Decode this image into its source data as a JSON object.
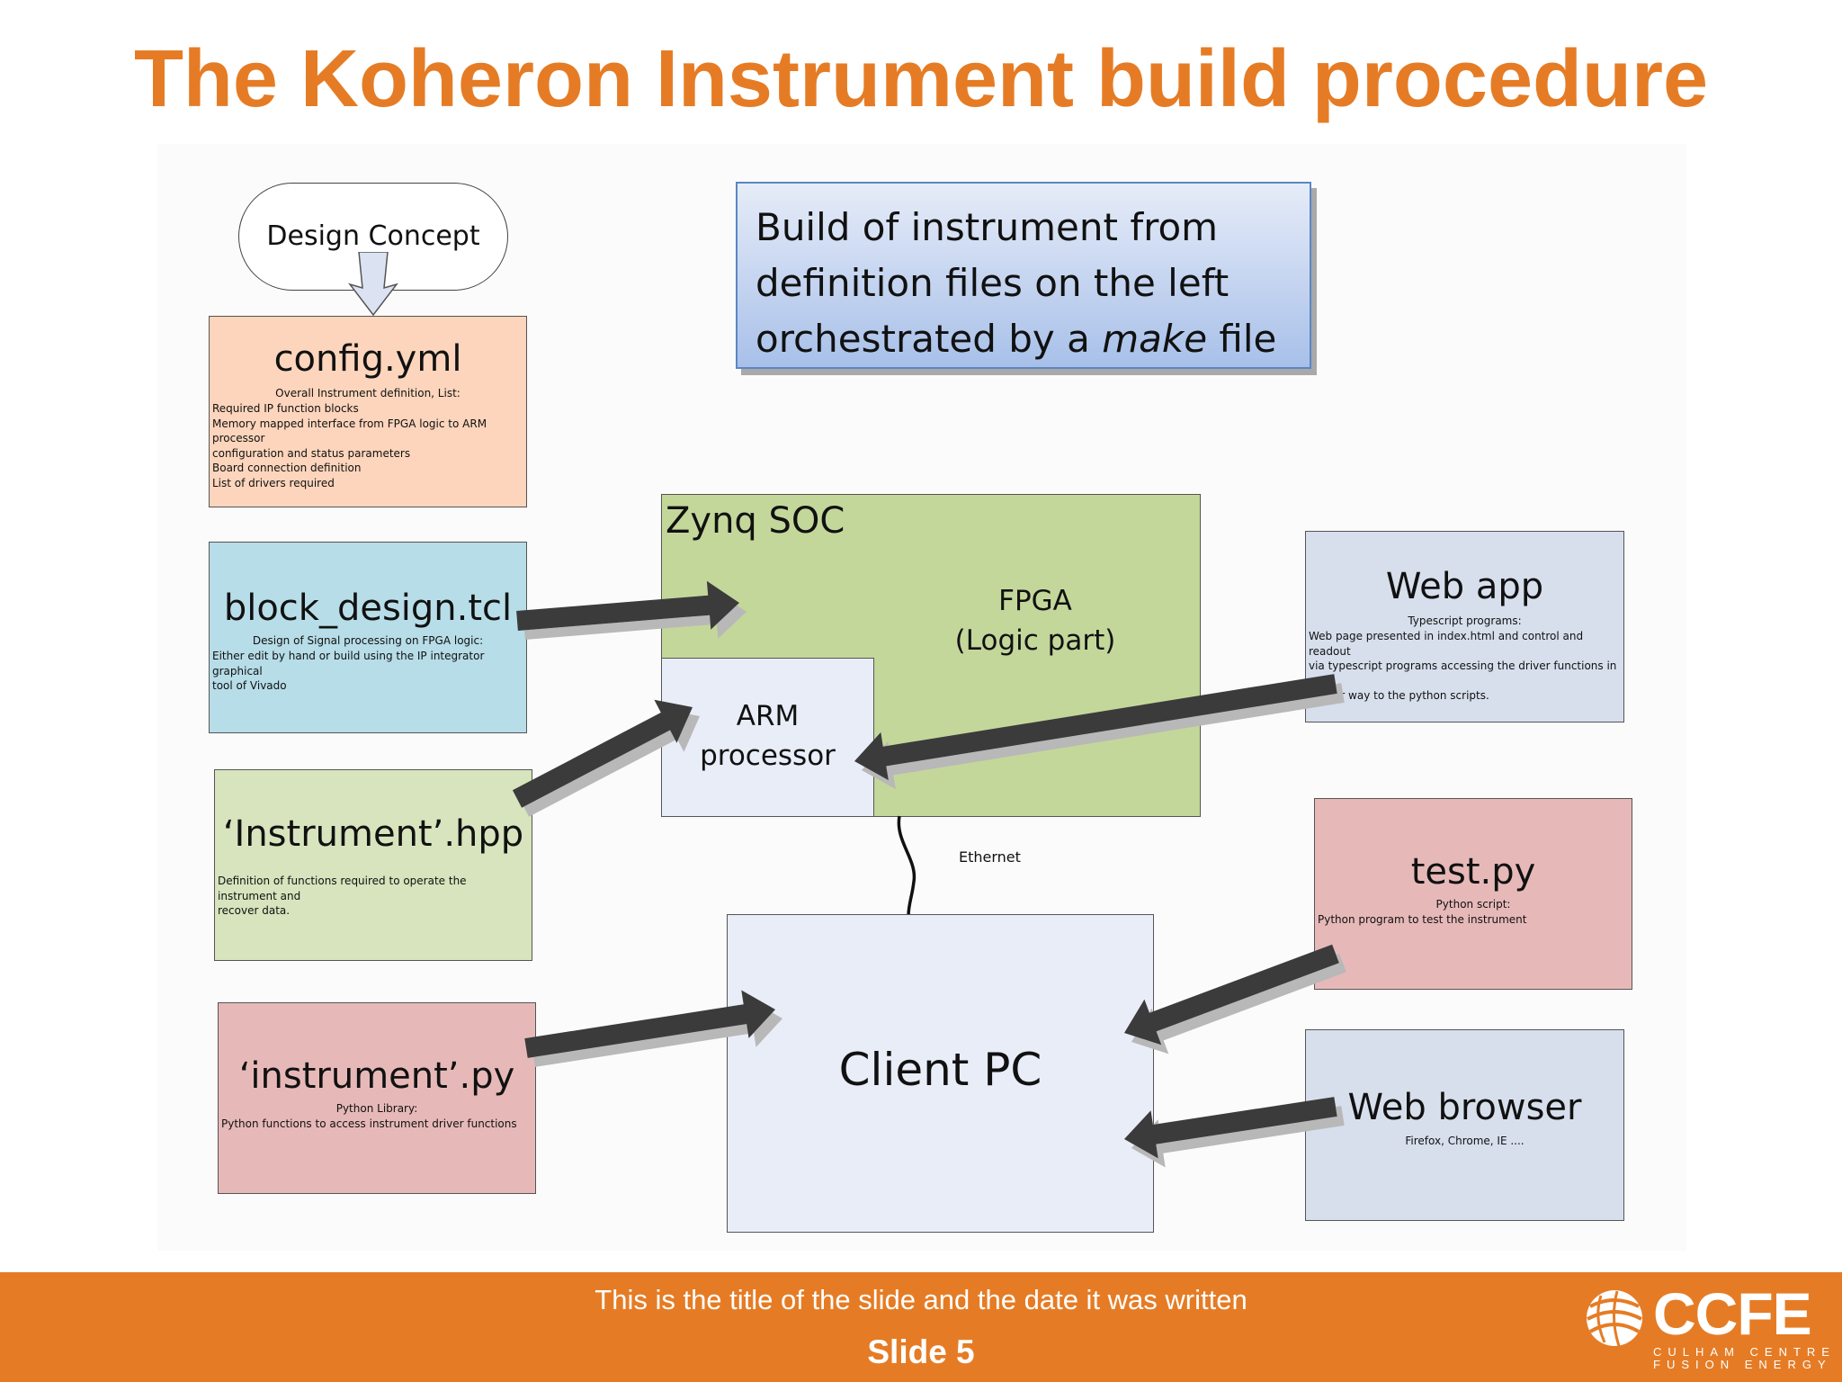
{
  "title": "The Koheron Instrument build procedure",
  "concept": "Design Concept",
  "note": {
    "line1": "Build of instrument from",
    "line2": "definition files on the left",
    "line3_prefix": "orchestrated by a ",
    "line3_em": "make",
    "line3_suffix": " file"
  },
  "config": {
    "name": "config.yml",
    "sub": "Overall Instrument definition, List:",
    "desc": "Required IP function blocks\nMemory mapped interface from FPGA logic to ARM processor\n configuration and status parameters\nBoard connection definition\nList of drivers required"
  },
  "block_design": {
    "name": "block_design.tcl",
    "sub": "Design of Signal processing on FPGA logic:",
    "desc": "Either edit by hand or build using the IP integrator graphical\ntool of Vivado"
  },
  "hpp": {
    "name": "‘Instrument’.hpp",
    "desc": "Definition of functions required to operate the instrument and\nrecover data."
  },
  "py": {
    "name": "‘instrument’.py",
    "sub": "Python Library:",
    "desc": "Python functions to access instrument driver functions"
  },
  "zynq": {
    "label": "Zynq SOC",
    "fpga_line1": "FPGA",
    "fpga_line2": "(Logic part)",
    "arm_line1": "ARM",
    "arm_line2": "processor"
  },
  "ethernet": "Ethernet",
  "client": "Client PC",
  "webapp": {
    "name": "Web app",
    "sub": "Typescript programs:",
    "desc": "Web page presented in index.html and control and readout\nvia typescript programs accessing the driver functions in a\nsimilar way to the python scripts."
  },
  "testpy": {
    "name": "test.py",
    "sub": "Python script:",
    "desc": "Python program to test the instrument"
  },
  "browser": {
    "name": "Web browser",
    "sub": "Firefox, Chrome, IE ...."
  },
  "footer": {
    "caption": "This is the title of the slide and the date it was written",
    "slide": "Slide 5",
    "logo": "CCFE",
    "logo_sub1": "CULHAM CENTRE",
    "logo_sub2": "FUSION ENERGY"
  },
  "colors": {
    "accent": "#e57c25",
    "config": "#fcd5bc",
    "block_design": "#b7dde8",
    "hpp": "#d7e4bd",
    "py": "#e6b9b8",
    "zynq": "#c4d79b",
    "arm": "#e9edf8",
    "client": "#e9edf8",
    "webapp": "#d7dfed",
    "testpy": "#e6b9b8",
    "browser": "#d7dfed"
  }
}
